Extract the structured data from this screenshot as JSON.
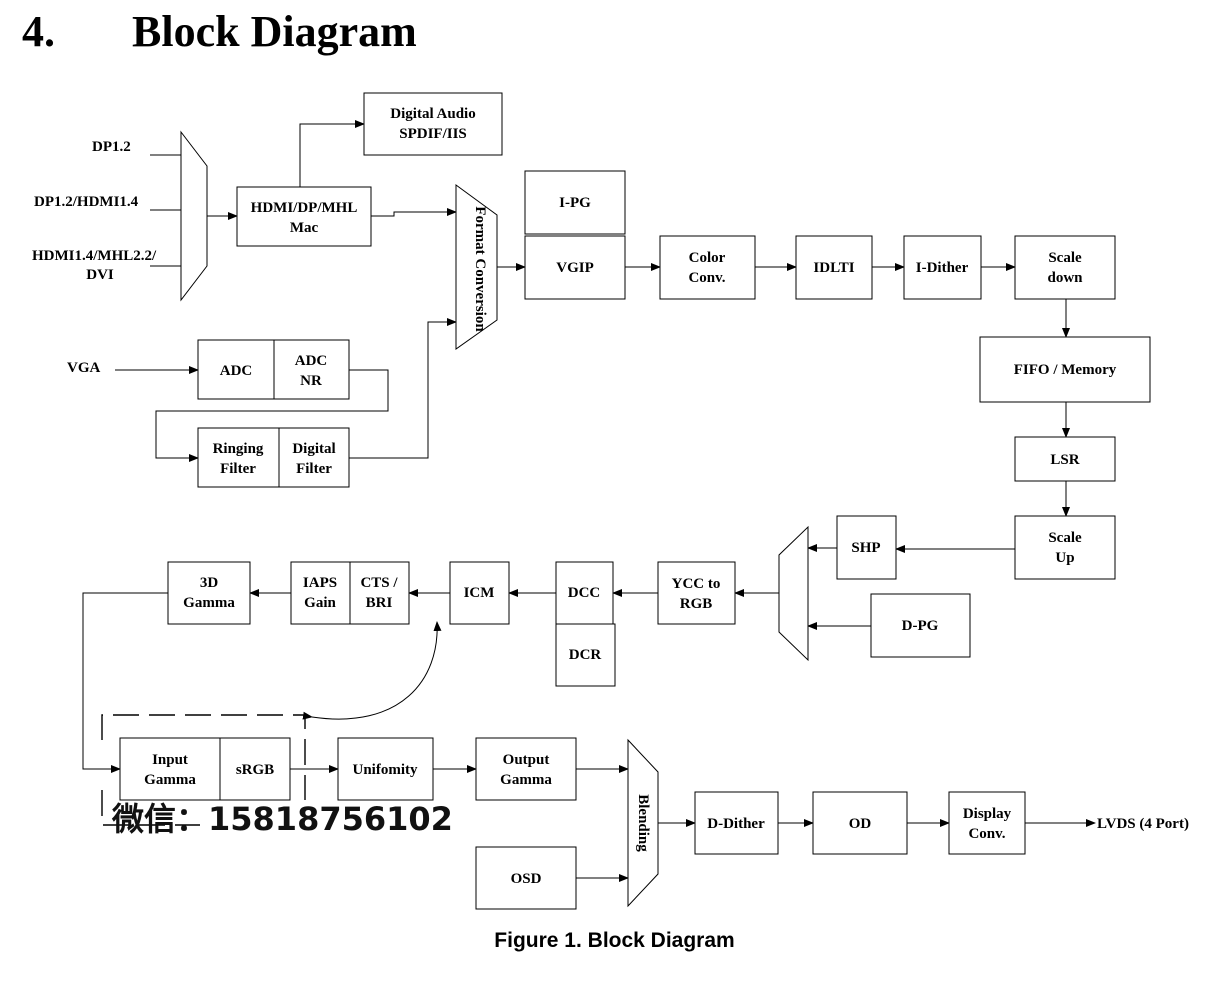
{
  "section": {
    "number": "4.",
    "title": "Block Diagram"
  },
  "inputs": {
    "dp12": "DP1.2",
    "dp12_hdmi14": "DP1.2/HDMI1.4",
    "hdmi_mhl_line1": "HDMI1.4/MHL2.2/",
    "hdmi_mhl_line2": "DVI",
    "vga": "VGA"
  },
  "blocks": {
    "digital_audio": [
      "Digital Audio",
      "SPDIF/IIS"
    ],
    "hdmi_mac": [
      "HDMI/DP/MHL",
      "Mac"
    ],
    "adc": [
      "ADC"
    ],
    "adc_nr": [
      "ADC",
      "NR"
    ],
    "ringing_filter": [
      "Ringing",
      "Filter"
    ],
    "digital_filter": [
      "Digital",
      "Filter"
    ],
    "format_conversion": "Format Conversion",
    "ipg": [
      "I-PG"
    ],
    "vgip": [
      "VGIP"
    ],
    "color_conv": [
      "Color",
      "Conv."
    ],
    "idlti": [
      "IDLTI"
    ],
    "i_dither": [
      "I-Dither"
    ],
    "scale_down": [
      "Scale",
      "down"
    ],
    "fifo_memory": [
      "FIFO / Memory"
    ],
    "lsr": [
      "LSR"
    ],
    "scale_up": [
      "Scale",
      "Up"
    ],
    "shp": [
      "SHP"
    ],
    "dpg": [
      "D-PG"
    ],
    "ycc_to_rgb": [
      "YCC to",
      "RGB"
    ],
    "dcc": [
      "DCC"
    ],
    "dcr": [
      "DCR"
    ],
    "icm": [
      "ICM"
    ],
    "iaps_gain": [
      "IAPS",
      "Gain"
    ],
    "cts_bri": [
      "CTS /",
      "BRI"
    ],
    "gamma_3d": [
      "3D",
      "Gamma"
    ],
    "input_gamma": [
      "Input",
      "Gamma"
    ],
    "srgb": [
      "sRGB"
    ],
    "uniformity": [
      "Unifomity"
    ],
    "output_gamma": [
      "Output",
      "Gamma"
    ],
    "osd": [
      "OSD"
    ],
    "blending": "Blending",
    "d_dither": [
      "D-Dither"
    ],
    "od": [
      "OD"
    ],
    "display_conv": [
      "Display",
      "Conv."
    ]
  },
  "output": "LVDS (4 Port)",
  "watermark": "微信：15818756102",
  "caption": "Figure 1. Block Diagram"
}
